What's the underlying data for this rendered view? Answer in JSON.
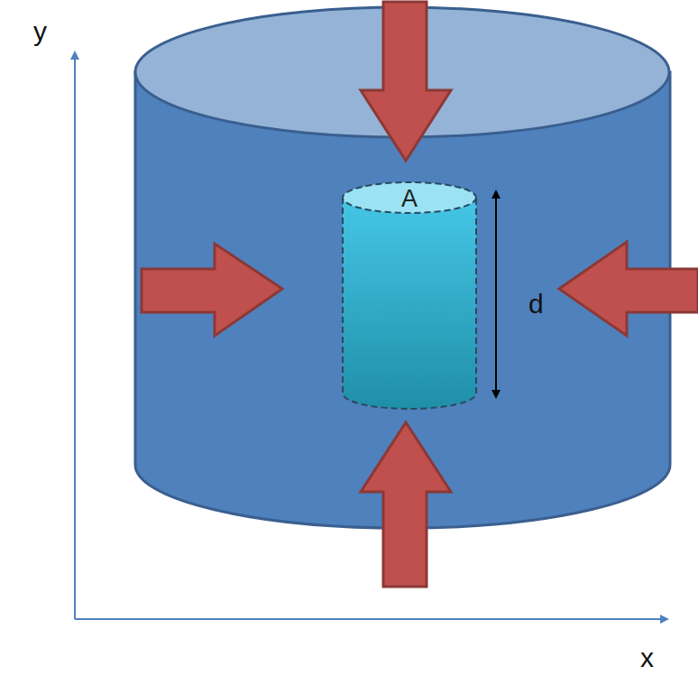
{
  "diagram": {
    "nodes": [
      {
        "text": [
          "A"
        ]
      }
    ],
    "labels": [
      "y",
      "d",
      "x"
    ]
  }
}
